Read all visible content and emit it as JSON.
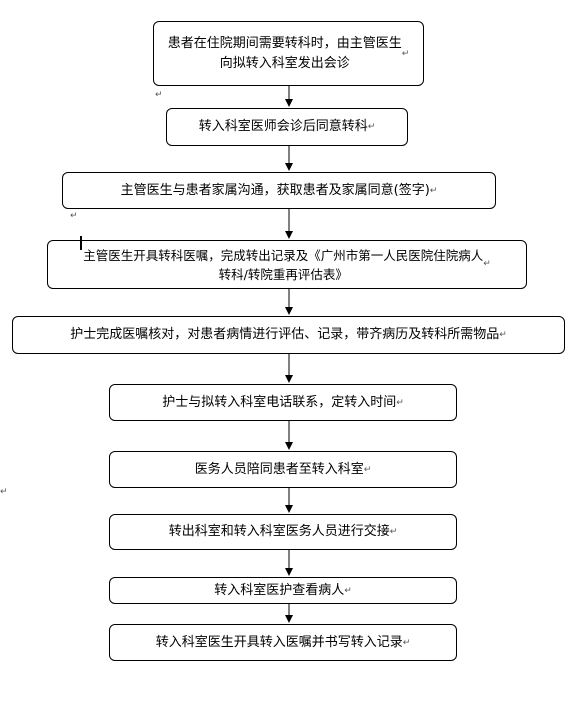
{
  "flow": {
    "steps": [
      {
        "text": "患者在住院期间需要转科时，由主管医生\n向拟转入科室发出会诊"
      },
      {
        "text": "转入科室医师会诊后同意转科"
      },
      {
        "text": "主管医生与患者家属沟通，获取患者及家属同意(签字)"
      },
      {
        "text": "主管医生开具转科医嘱，完成转出记录及《广州市第一人民医院住院病人\n转科/转院重再评估表》"
      },
      {
        "text": "护士完成医嘱核对，对患者病情进行评估、记录，带齐病历及转科所需物品"
      },
      {
        "text": "护士与拟转入科室电话联系，定转入时间"
      },
      {
        "text": "医务人员陪同患者至转入科室"
      },
      {
        "text": "转出科室和转入科室医务人员进行交接"
      },
      {
        "text": "转入科室医护查看病人"
      },
      {
        "text": "转入科室医生开具转入医嘱并书写转入记录"
      }
    ],
    "paragraph_mark": "↵"
  }
}
